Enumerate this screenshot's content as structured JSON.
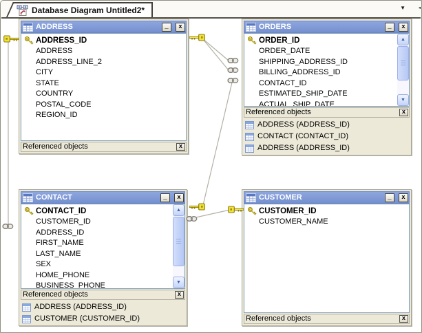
{
  "tab": {
    "label": "Database Diagram Untitled2*"
  },
  "tab_controls": {
    "dropdown_glyph": "▼",
    "scroll_left_glyph": "◄"
  },
  "chrome": {
    "minimize_glyph": "_",
    "close_glyph": "x",
    "panel_close_glyph": "x"
  },
  "windows": {
    "address": {
      "title": "ADDRESS",
      "fields": [
        "ADDRESS_ID",
        "ADDRESS",
        "ADDRESS_LINE_2",
        "CITY",
        "STATE",
        "COUNTRY",
        "POSTAL_CODE",
        "REGION_ID"
      ],
      "footer": "Referenced objects",
      "references": []
    },
    "orders": {
      "title": "ORDERS",
      "fields": [
        "ORDER_ID",
        "ORDER_DATE",
        "SHIPPING_ADDRESS_ID",
        "BILLING_ADDRESS_ID",
        "CONTACT_ID",
        "ESTIMATED_SHIP_DATE",
        "ACTUAL_SHIP_DATE"
      ],
      "footer": "Referenced objects",
      "references": [
        "ADDRESS (ADDRESS_ID)",
        "CONTACT (CONTACT_ID)",
        "ADDRESS (ADDRESS_ID)"
      ]
    },
    "contact": {
      "title": "CONTACT",
      "fields": [
        "CONTACT_ID",
        "CUSTOMER_ID",
        "ADDRESS_ID",
        "FIRST_NAME",
        "LAST_NAME",
        "SEX",
        "HOME_PHONE",
        "BUSINESS_PHONE"
      ],
      "footer": "Referenced objects",
      "references": [
        "ADDRESS (ADDRESS_ID)",
        "CUSTOMER (CUSTOMER_ID)"
      ]
    },
    "customer": {
      "title": "CUSTOMER",
      "fields": [
        "CUSTOMER_ID",
        "CUSTOMER_NAME"
      ],
      "footer": "Referenced objects",
      "references": []
    }
  },
  "colors": {
    "titlebar_blue": "#7b96d6",
    "window_face": "#ece9d8",
    "list_border": "#7f9db9",
    "connector_line": "#b3b0a5",
    "key_gold": "#f0df3a",
    "scrollbar_blue": "#b4c7f5"
  }
}
